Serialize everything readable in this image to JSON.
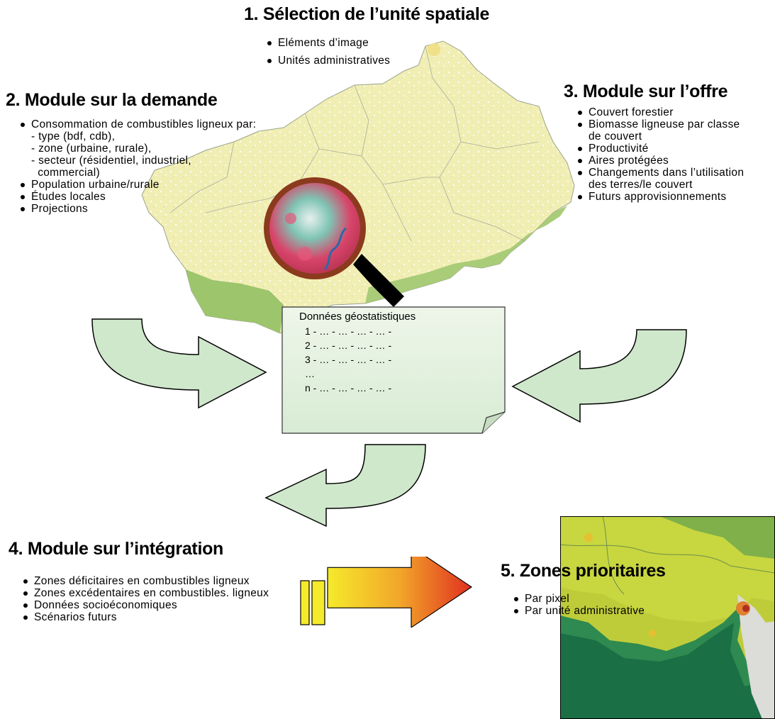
{
  "step1": {
    "title": "1. Sélection de l’unité spatiale",
    "items": [
      "Eléments d’image",
      "Unités administratives"
    ]
  },
  "step2": {
    "title": "2. Module sur la demande",
    "items": [
      "Consommation de combustibles ligneux par:",
      "Population urbaine/rurale",
      "Études locales",
      "Projections"
    ],
    "subitems": [
      "- type (bdf, cdb),",
      "- zone (urbaine, rurale),",
      "- secteur (résidentiel, industriel,",
      "  commercial)"
    ]
  },
  "step3": {
    "title": "3. Module sur l’offre",
    "items": [
      "Couvert forestier",
      "Biomasse ligneuse par classe de couvert",
      "Productivité",
      "Aires protégées",
      "Changements dans l’utilisation des terres/le couvert",
      "Futurs approvisionnements"
    ]
  },
  "note": {
    "title": "Données géostatistiques",
    "lines": [
      "1 - … - … - … - … -",
      "2 - … - … - … - … -",
      "3 - … - … - … - … -",
      "…",
      "n - … - … - … - … -"
    ]
  },
  "step4": {
    "title": "4. Module sur l’intégration",
    "items": [
      "Zones déficitaires en combustibles ligneux",
      "Zones excédentaires en combustibles. ligneux",
      "Données socioéconomiques",
      "Scénarios futurs"
    ]
  },
  "step5": {
    "title": "5. Zones prioritaires",
    "items": [
      "Par pixel",
      "Par unité administrative"
    ]
  },
  "colors": {
    "map_savanna": "#f1eeb2",
    "map_forest": "#98c46a",
    "arrow_fill": "#cfe7cb",
    "note_fill": "#e6f2e0",
    "gradient_start": "#f5ea2b",
    "gradient_end": "#e0301f",
    "priority_dark": "#1b6f45",
    "priority_light": "#c8d640"
  }
}
